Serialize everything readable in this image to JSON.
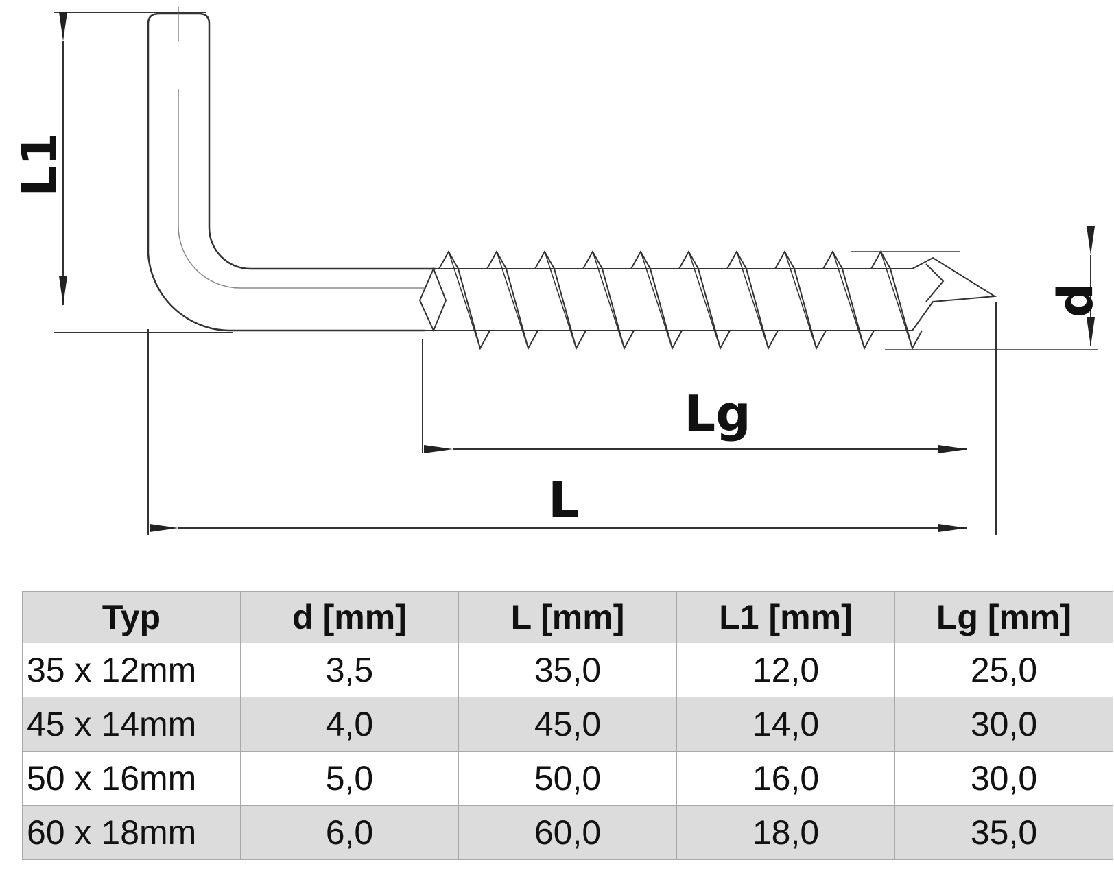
{
  "diagram": {
    "labels": {
      "thread_diameter": "d",
      "thread_length": "Lg",
      "total_length": "L",
      "hook_height": "L1"
    }
  },
  "table": {
    "headers": [
      "Typ",
      "d [mm]",
      "L [mm]",
      "L1 [mm]",
      "Lg [mm]"
    ],
    "rows": [
      [
        "35 x 12mm",
        "3,5",
        "35,0",
        "12,0",
        "25,0"
      ],
      [
        "45 x 14mm",
        "4,0",
        "45,0",
        "14,0",
        "30,0"
      ],
      [
        "50 x 16mm",
        "5,0",
        "50,0",
        "16,0",
        "30,0"
      ],
      [
        "60 x 18mm",
        "6,0",
        "60,0",
        "18,0",
        "35,0"
      ]
    ]
  },
  "colors": {
    "line": "#333333",
    "table_shade": "#dcdcdc",
    "table_border": "#a9a9a9"
  }
}
